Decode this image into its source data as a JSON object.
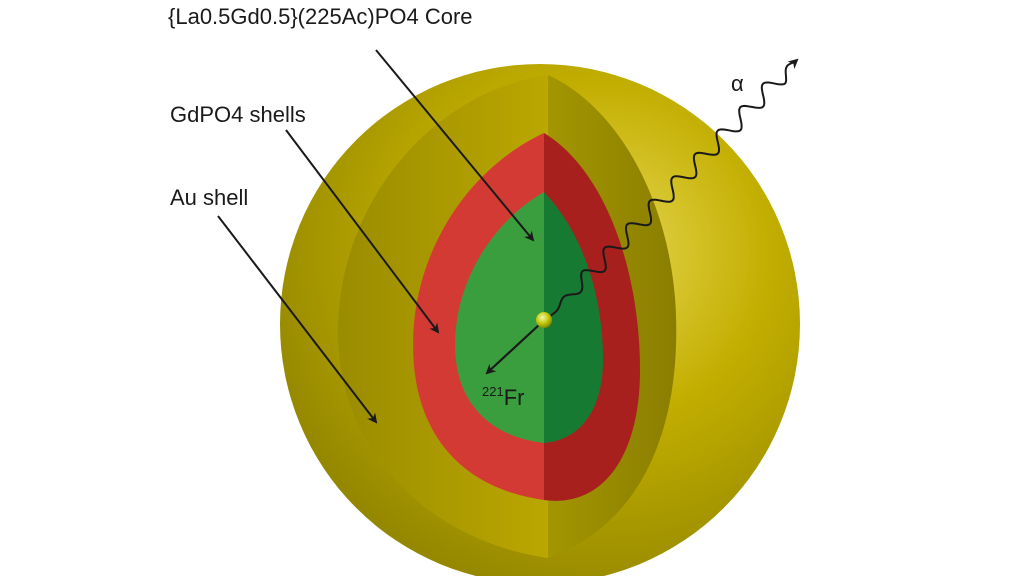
{
  "labels": {
    "core": "{La0.5Gd0.5}(225Ac)PO4 Core",
    "gdpo4_shells": "GdPO4 shells",
    "au_shell": "Au shell",
    "alpha": "α",
    "fr_mass": "221",
    "fr_symbol": "Fr"
  },
  "colors": {
    "gold": "#C8B400",
    "gold_dark": "#9A8E00",
    "red": "#D43A34",
    "red_dark": "#A8201E",
    "green": "#3A9E3F",
    "green_dark": "#167A32",
    "nucleus": "#B8C400",
    "ink": "#1a1a1a"
  }
}
